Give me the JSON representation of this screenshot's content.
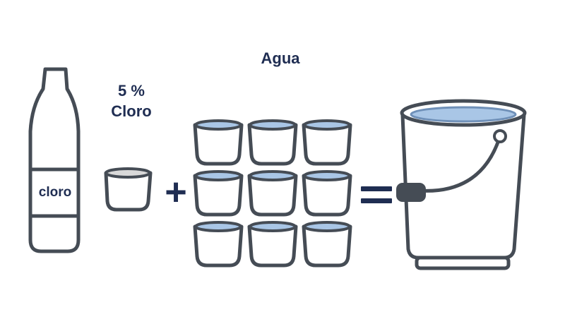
{
  "title": "Agua",
  "percent_text": "5 %",
  "chlorine_text": "Cloro",
  "bottle_label": "cloro",
  "plus_sign": "+",
  "equals_sign": "=",
  "water_cup_count": 9,
  "colors": {
    "outline": "#454c55",
    "text": "#1f2d52",
    "water": "#a9c6e6",
    "water_rim": "#6f90b8",
    "cup_fill": "#ffffff",
    "chlorine_cup_top": "#d9d9d9",
    "handle_grip": "#454c55"
  },
  "icons": {
    "bottle": "bleach-bottle-icon",
    "chlorine_cup": "cup-icon",
    "water_cup": "water-cup-icon",
    "bucket": "bucket-icon"
  }
}
